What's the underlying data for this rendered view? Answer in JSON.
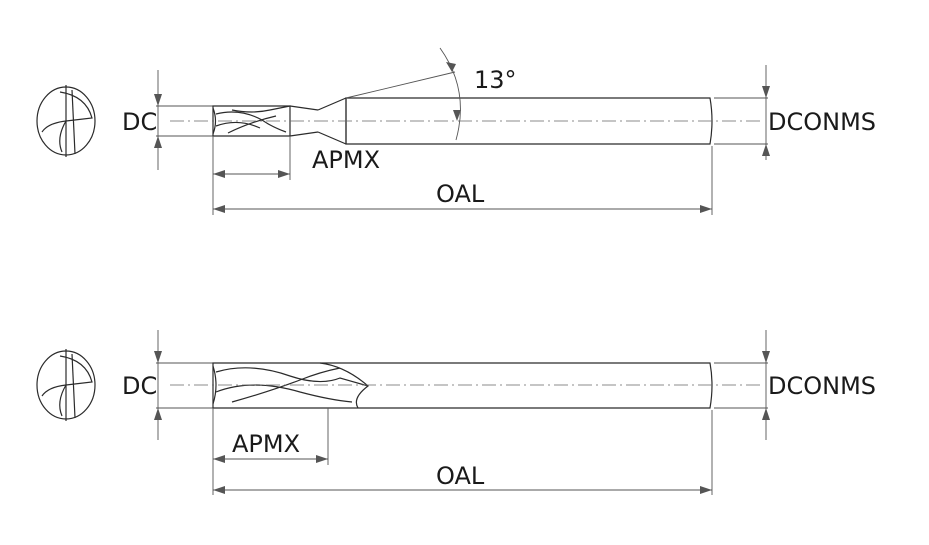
{
  "top_view": {
    "dc_label": "DC",
    "apmx_label": "APMX",
    "oal_label": "OAL",
    "dconms_label": "DCONMS",
    "angle_label": "13°"
  },
  "bottom_view": {
    "dc_label": "DC",
    "apmx_label": "APMX",
    "oal_label": "OAL",
    "dconms_label": "DCONMS"
  }
}
